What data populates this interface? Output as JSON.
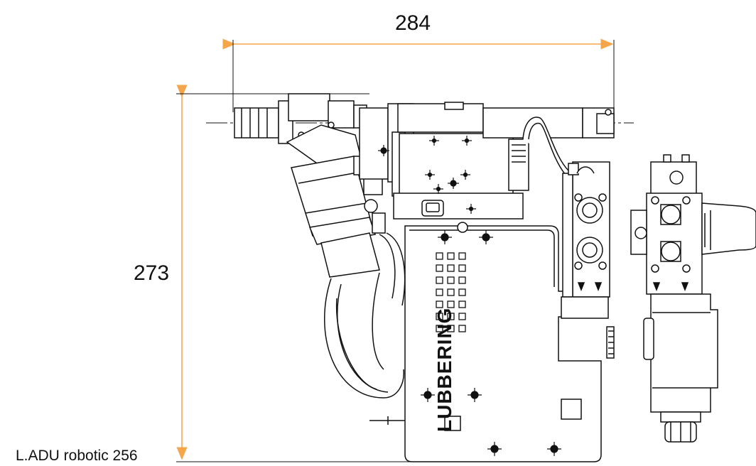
{
  "dimensions": {
    "width_label": "284",
    "height_label": "273"
  },
  "caption": "L.ADU robotic 256",
  "brand_mark": "LUBBERING",
  "colors": {
    "dimension_line": "#f5a54a",
    "drawing_line": "#111111",
    "background": "#ffffff"
  }
}
